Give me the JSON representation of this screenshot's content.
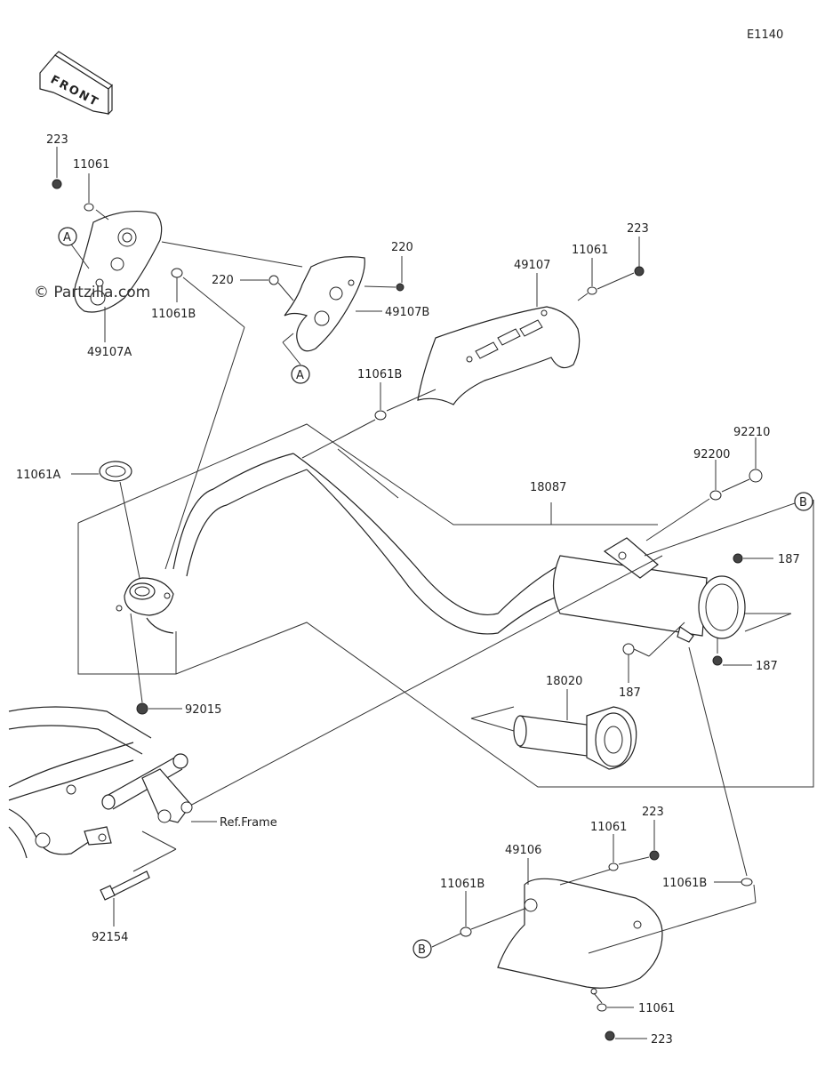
{
  "diagram_code": "E1140",
  "front_label": "FRONT",
  "watermark": "© Partzilla.com",
  "callouts": {
    "a_top": "A",
    "a_bottom": "A",
    "b_right": "B",
    "b_bottom": "B"
  },
  "labels": {
    "p223_top": "223",
    "p11061_top": "11061",
    "p49107A": "49107A",
    "p11061B_left": "11061B",
    "p220_top": "220",
    "p220_left": "220",
    "p49107B": "49107B",
    "p49107": "49107",
    "p11061_mid": "11061",
    "p223_mid": "223",
    "p11061B_mid": "11061B",
    "p11061A": "11061A",
    "p92210": "92210",
    "p92200": "92200",
    "p18087": "18087",
    "p187_a": "187",
    "p187_b": "187",
    "p187_c": "187",
    "p92015": "92015",
    "p18020": "18020",
    "ref_frame": "Ref.Frame",
    "p92154": "92154",
    "p223_low": "223",
    "p11061_low": "11061",
    "p49106": "49106",
    "p11061B_low": "11061B",
    "p11061B_right": "11061B",
    "p11061_bottom": "11061",
    "p223_bottom": "223"
  }
}
